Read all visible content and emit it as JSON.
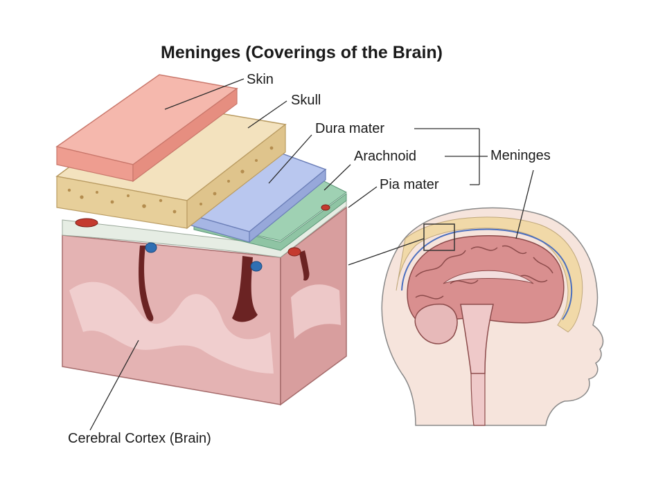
{
  "title": "Meninges (Coverings of the Brain)",
  "labels": {
    "skin": "Skin",
    "skull": "Skull",
    "dura": "Dura mater",
    "arachnoid": "Arachnoid",
    "pia": "Pia mater",
    "meninges": "Meninges",
    "cortex": "Cerebral Cortex (Brain)"
  },
  "colors": {
    "skin": "#f1a59a",
    "skull": "#f3e2be",
    "dura": "#b9c7ef",
    "arachnoid": "#e6ede4",
    "pia": "#8fc4a4",
    "cortex": "#e4b3b3",
    "head": "#f3dcd4",
    "vessel_red": "#c43a2f",
    "vessel_blue": "#2f6fb3"
  }
}
